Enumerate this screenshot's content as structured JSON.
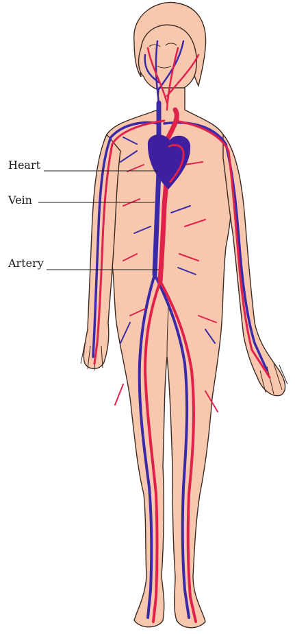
{
  "diagram": {
    "labels": {
      "heart": "Heart",
      "vein": "Vein",
      "artery": "Artery"
    },
    "colors": {
      "skin": "#f7c7ae",
      "outline": "#3a2a24",
      "artery": "#e0224b",
      "vein": "#3a2aa8",
      "heart": "#3d1fa0"
    }
  }
}
